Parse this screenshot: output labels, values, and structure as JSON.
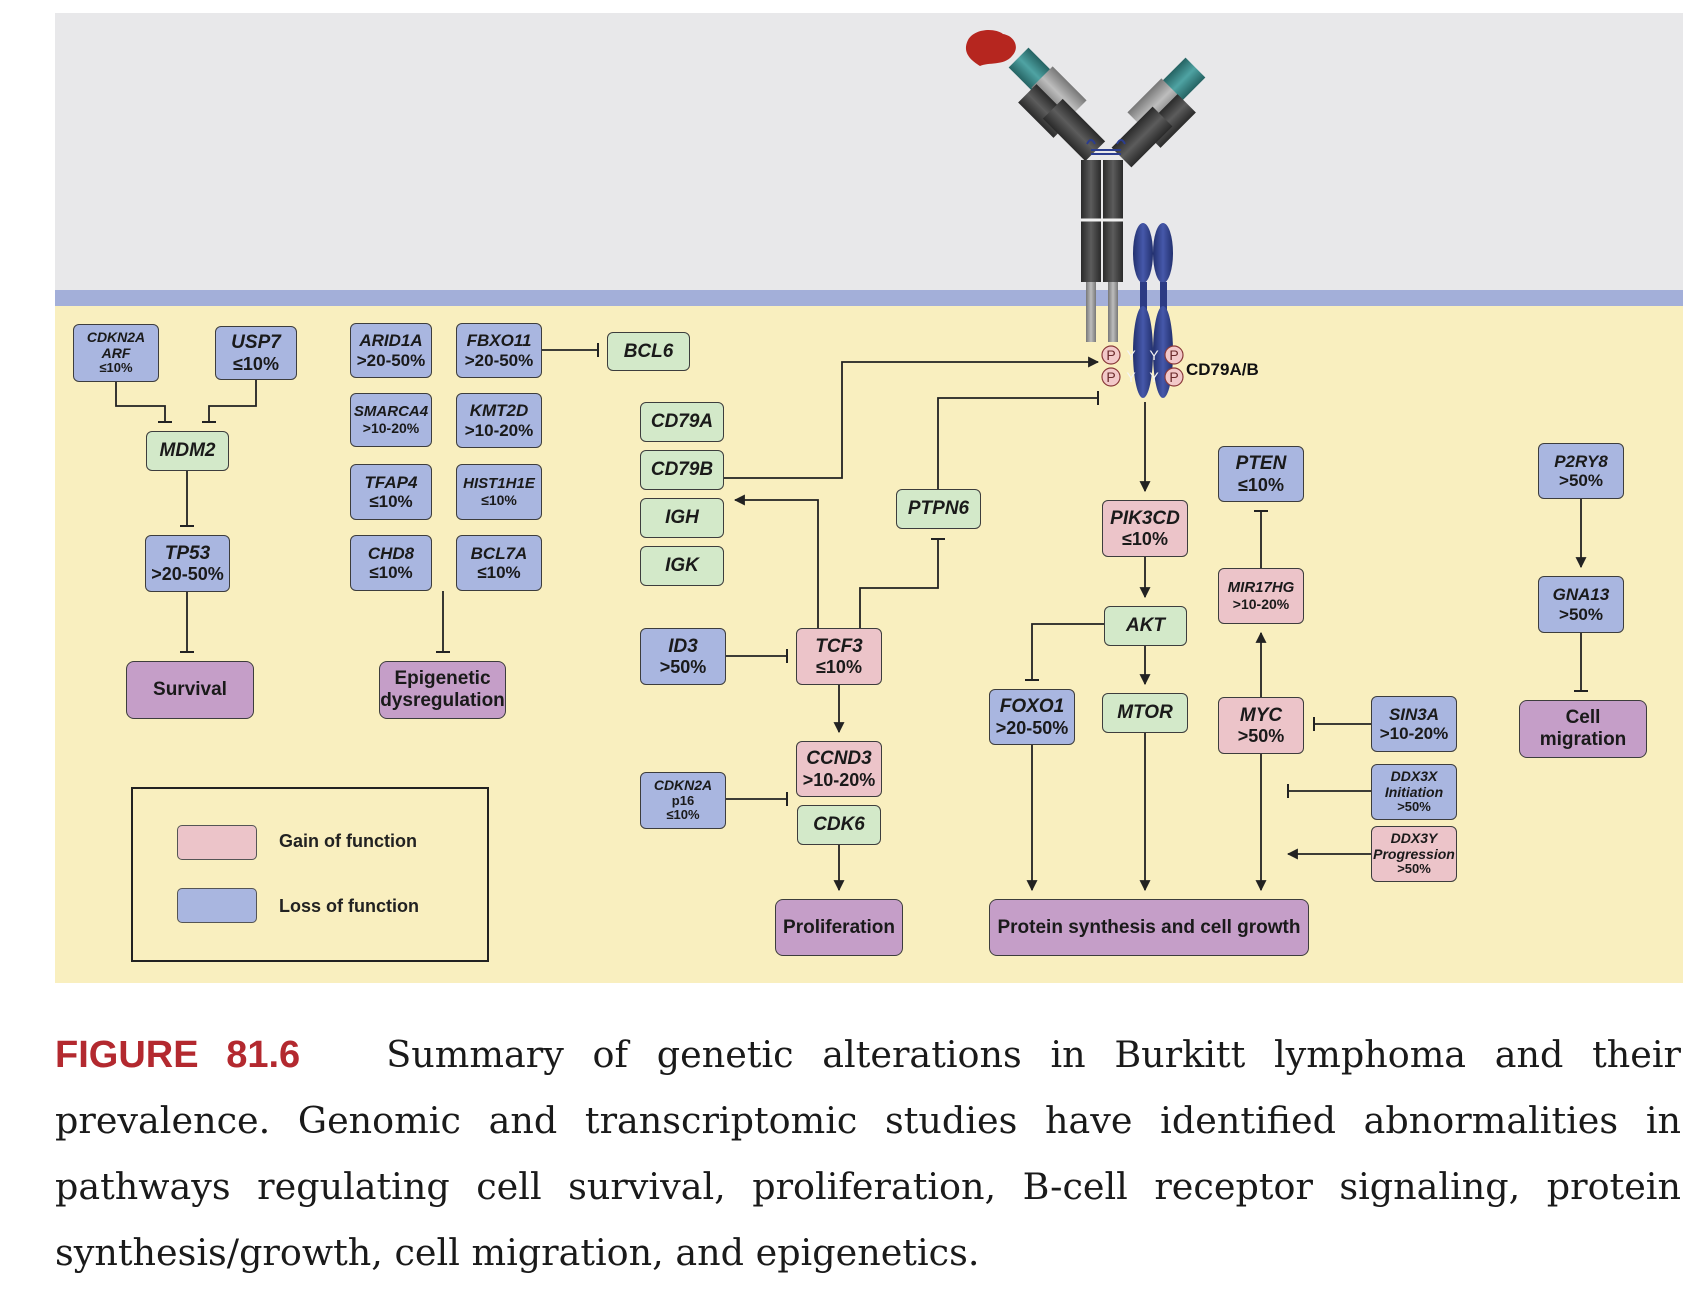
{
  "figure": {
    "colors": {
      "extracellular": "#e8e8ea",
      "membrane": "#a3afd9",
      "cytoplasm": "#f9efbf",
      "loss": "#a9b6e0",
      "gain": "#ecc4c9",
      "normal": "#d3e9c9",
      "outcome": "#c59ec8"
    },
    "receptor_label": "CD79A/B",
    "phospho": [
      "P",
      "Y",
      "Y",
      "P",
      "P",
      "Y",
      "Y",
      "P"
    ],
    "nodes": {
      "cdkn2a_arf": {
        "gene": "CDKN2A",
        "gene2": "ARF",
        "pct": "≤10%"
      },
      "usp7": {
        "gene": "USP7",
        "pct": "≤10%"
      },
      "mdm2": {
        "gene": "MDM2"
      },
      "tp53": {
        "gene": "TP53",
        "pct": ">20-50%"
      },
      "survival": {
        "label": "Survival"
      },
      "arid1a": {
        "gene": "ARID1A",
        "pct": ">20-50%"
      },
      "fbxo11": {
        "gene": "FBXO11",
        "pct": ">20-50%"
      },
      "bcl6": {
        "gene": "BCL6"
      },
      "smarca4": {
        "gene": "SMARCA4",
        "pct": ">10-20%"
      },
      "kmt2d": {
        "gene": "KMT2D",
        "pct": ">10-20%"
      },
      "tfap4": {
        "gene": "TFAP4",
        "pct": "≤10%"
      },
      "hist1h1e": {
        "gene": "HIST1H1E",
        "pct": "≤10%"
      },
      "chd8": {
        "gene": "CHD8",
        "pct": "≤10%"
      },
      "bcl7a": {
        "gene": "BCL7A",
        "pct": "≤10%"
      },
      "epigenetic": {
        "line1": "Epigenetic",
        "line2": "dysregulation"
      },
      "cd79a": {
        "gene": "CD79A"
      },
      "cd79b": {
        "gene": "CD79B"
      },
      "igh": {
        "gene": "IGH"
      },
      "igk": {
        "gene": "IGK"
      },
      "id3": {
        "gene": "ID3",
        "pct": ">50%"
      },
      "tcf3": {
        "gene": "TCF3",
        "pct": "≤10%"
      },
      "ptpn6": {
        "gene": "PTPN6"
      },
      "ccnd3": {
        "gene": "CCND3",
        "pct": ">10-20%"
      },
      "cdkn2a_p16": {
        "gene": "CDKN2A",
        "gene2": "p16",
        "pct": "≤10%"
      },
      "cdk6": {
        "gene": "CDK6"
      },
      "proliferation": {
        "label": "Proliferation"
      },
      "pik3cd": {
        "gene": "PIK3CD",
        "pct": "≤10%"
      },
      "akt": {
        "gene": "AKT"
      },
      "foxo1": {
        "gene": "FOXO1",
        "pct": ">20-50%"
      },
      "mtor": {
        "gene": "MTOR"
      },
      "pten": {
        "gene": "PTEN",
        "pct": "≤10%"
      },
      "mir17hg": {
        "gene": "MIR17HG",
        "pct": ">10-20%"
      },
      "myc": {
        "gene": "MYC",
        "pct": ">50%"
      },
      "sin3a": {
        "gene": "SIN3A",
        "pct": ">10-20%"
      },
      "ddx3x": {
        "gene": "DDX3X",
        "gene2": "Initiation",
        "pct": ">50%"
      },
      "ddx3y": {
        "gene": "DDX3Y",
        "gene2": "Progression",
        "pct": ">50%"
      },
      "protein_synthesis": {
        "label": "Protein synthesis and cell growth"
      },
      "p2ry8": {
        "gene": "P2RY8",
        "pct": ">50%"
      },
      "gna13": {
        "gene": "GNA13",
        "pct": ">50%"
      },
      "cell_migration": {
        "line1": "Cell",
        "line2": "migration"
      }
    },
    "legend": {
      "gain": "Gain of function",
      "loss": "Loss of function"
    }
  },
  "caption": {
    "label": "FIGURE 81.6",
    "text": "Summary of genetic alterations in Burkitt lymphoma and their prevalence. Genomic and transcriptomic studies have identified abnormalities in pathways regulating cell survival, proliferation, B-cell receptor signaling, protein synthesis/growth, cell migration, and epigenetics."
  }
}
